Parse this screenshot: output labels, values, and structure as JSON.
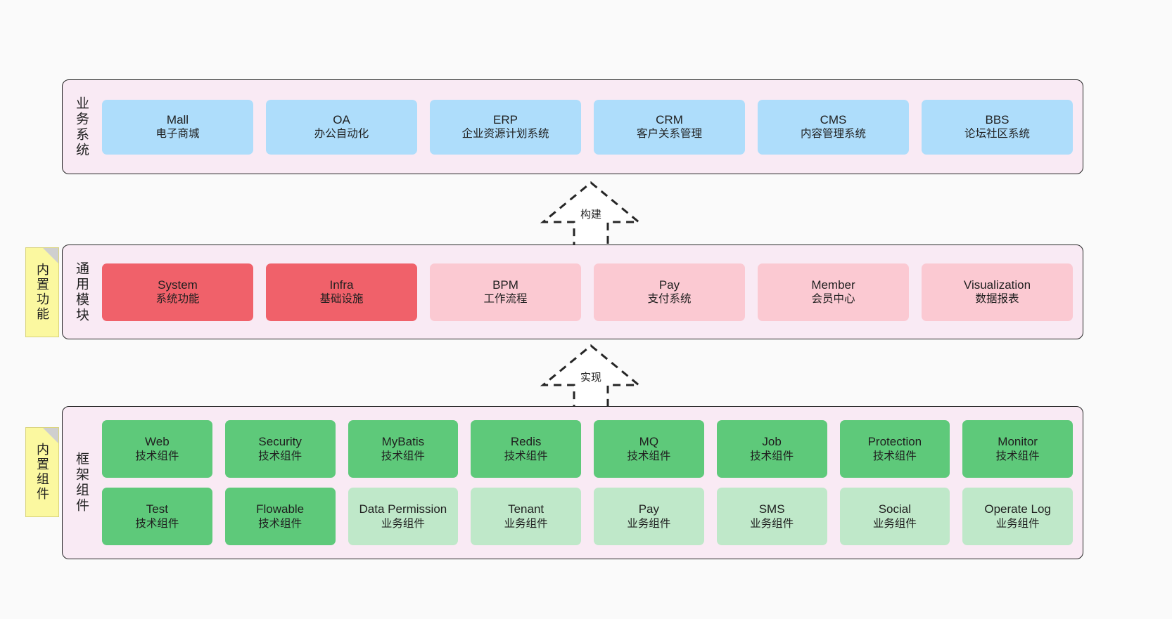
{
  "diagram": {
    "background_color": "#fafafa",
    "panel_color": "#f9eaf4",
    "panel_border_color": "#262626",
    "sticky_color": "#fbf8a0"
  },
  "layers": {
    "business": {
      "title": "业务系统",
      "card_color": "#aeddfb",
      "cards": [
        {
          "en": "Mall",
          "cn": "电子商城"
        },
        {
          "en": "OA",
          "cn": "办公自动化"
        },
        {
          "en": "ERP",
          "cn": "企业资源计划系统"
        },
        {
          "en": "CRM",
          "cn": "客户关系管理"
        },
        {
          "en": "CMS",
          "cn": "内容管理系统"
        },
        {
          "en": "BBS",
          "cn": "论坛社区系统"
        }
      ]
    },
    "modules": {
      "title": "通用模块",
      "card_color_strong": "#f0616a",
      "card_color_light": "#fbc9d2",
      "cards": [
        {
          "en": "System",
          "cn": "系统功能",
          "variant": "strong"
        },
        {
          "en": "Infra",
          "cn": "基础设施",
          "variant": "strong"
        },
        {
          "en": "BPM",
          "cn": "工作流程",
          "variant": "light"
        },
        {
          "en": "Pay",
          "cn": "支付系统",
          "variant": "light"
        },
        {
          "en": "Member",
          "cn": "会员中心",
          "variant": "light"
        },
        {
          "en": "Visualization",
          "cn": "数据报表",
          "variant": "light"
        }
      ]
    },
    "framework": {
      "title": "框架组件",
      "card_color_strong": "#5ec97a",
      "card_color_light": "#bfe8c9",
      "row1": [
        {
          "en": "Web",
          "cn": "技术组件",
          "variant": "strong"
        },
        {
          "en": "Security",
          "cn": "技术组件",
          "variant": "strong"
        },
        {
          "en": "MyBatis",
          "cn": "技术组件",
          "variant": "strong"
        },
        {
          "en": "Redis",
          "cn": "技术组件",
          "variant": "strong"
        },
        {
          "en": "MQ",
          "cn": "技术组件",
          "variant": "strong"
        },
        {
          "en": "Job",
          "cn": "技术组件",
          "variant": "strong"
        },
        {
          "en": "Protection",
          "cn": "技术组件",
          "variant": "strong"
        },
        {
          "en": "Monitor",
          "cn": "技术组件",
          "variant": "strong"
        }
      ],
      "row2": [
        {
          "en": "Test",
          "cn": "技术组件",
          "variant": "strong"
        },
        {
          "en": "Flowable",
          "cn": "技术组件",
          "variant": "strong"
        },
        {
          "en": "Data Permission",
          "cn": "业务组件",
          "variant": "light"
        },
        {
          "en": "Tenant",
          "cn": "业务组件",
          "variant": "light"
        },
        {
          "en": "Pay",
          "cn": "业务组件",
          "variant": "light"
        },
        {
          "en": "SMS",
          "cn": "业务组件",
          "variant": "light"
        },
        {
          "en": "Social",
          "cn": "业务组件",
          "variant": "light"
        },
        {
          "en": "Operate Log",
          "cn": "业务组件",
          "variant": "light"
        }
      ]
    }
  },
  "sticky_notes": {
    "modules": "内置功能",
    "framework": "内置组件"
  },
  "arrows": {
    "build": "构建",
    "implement": "实现"
  }
}
